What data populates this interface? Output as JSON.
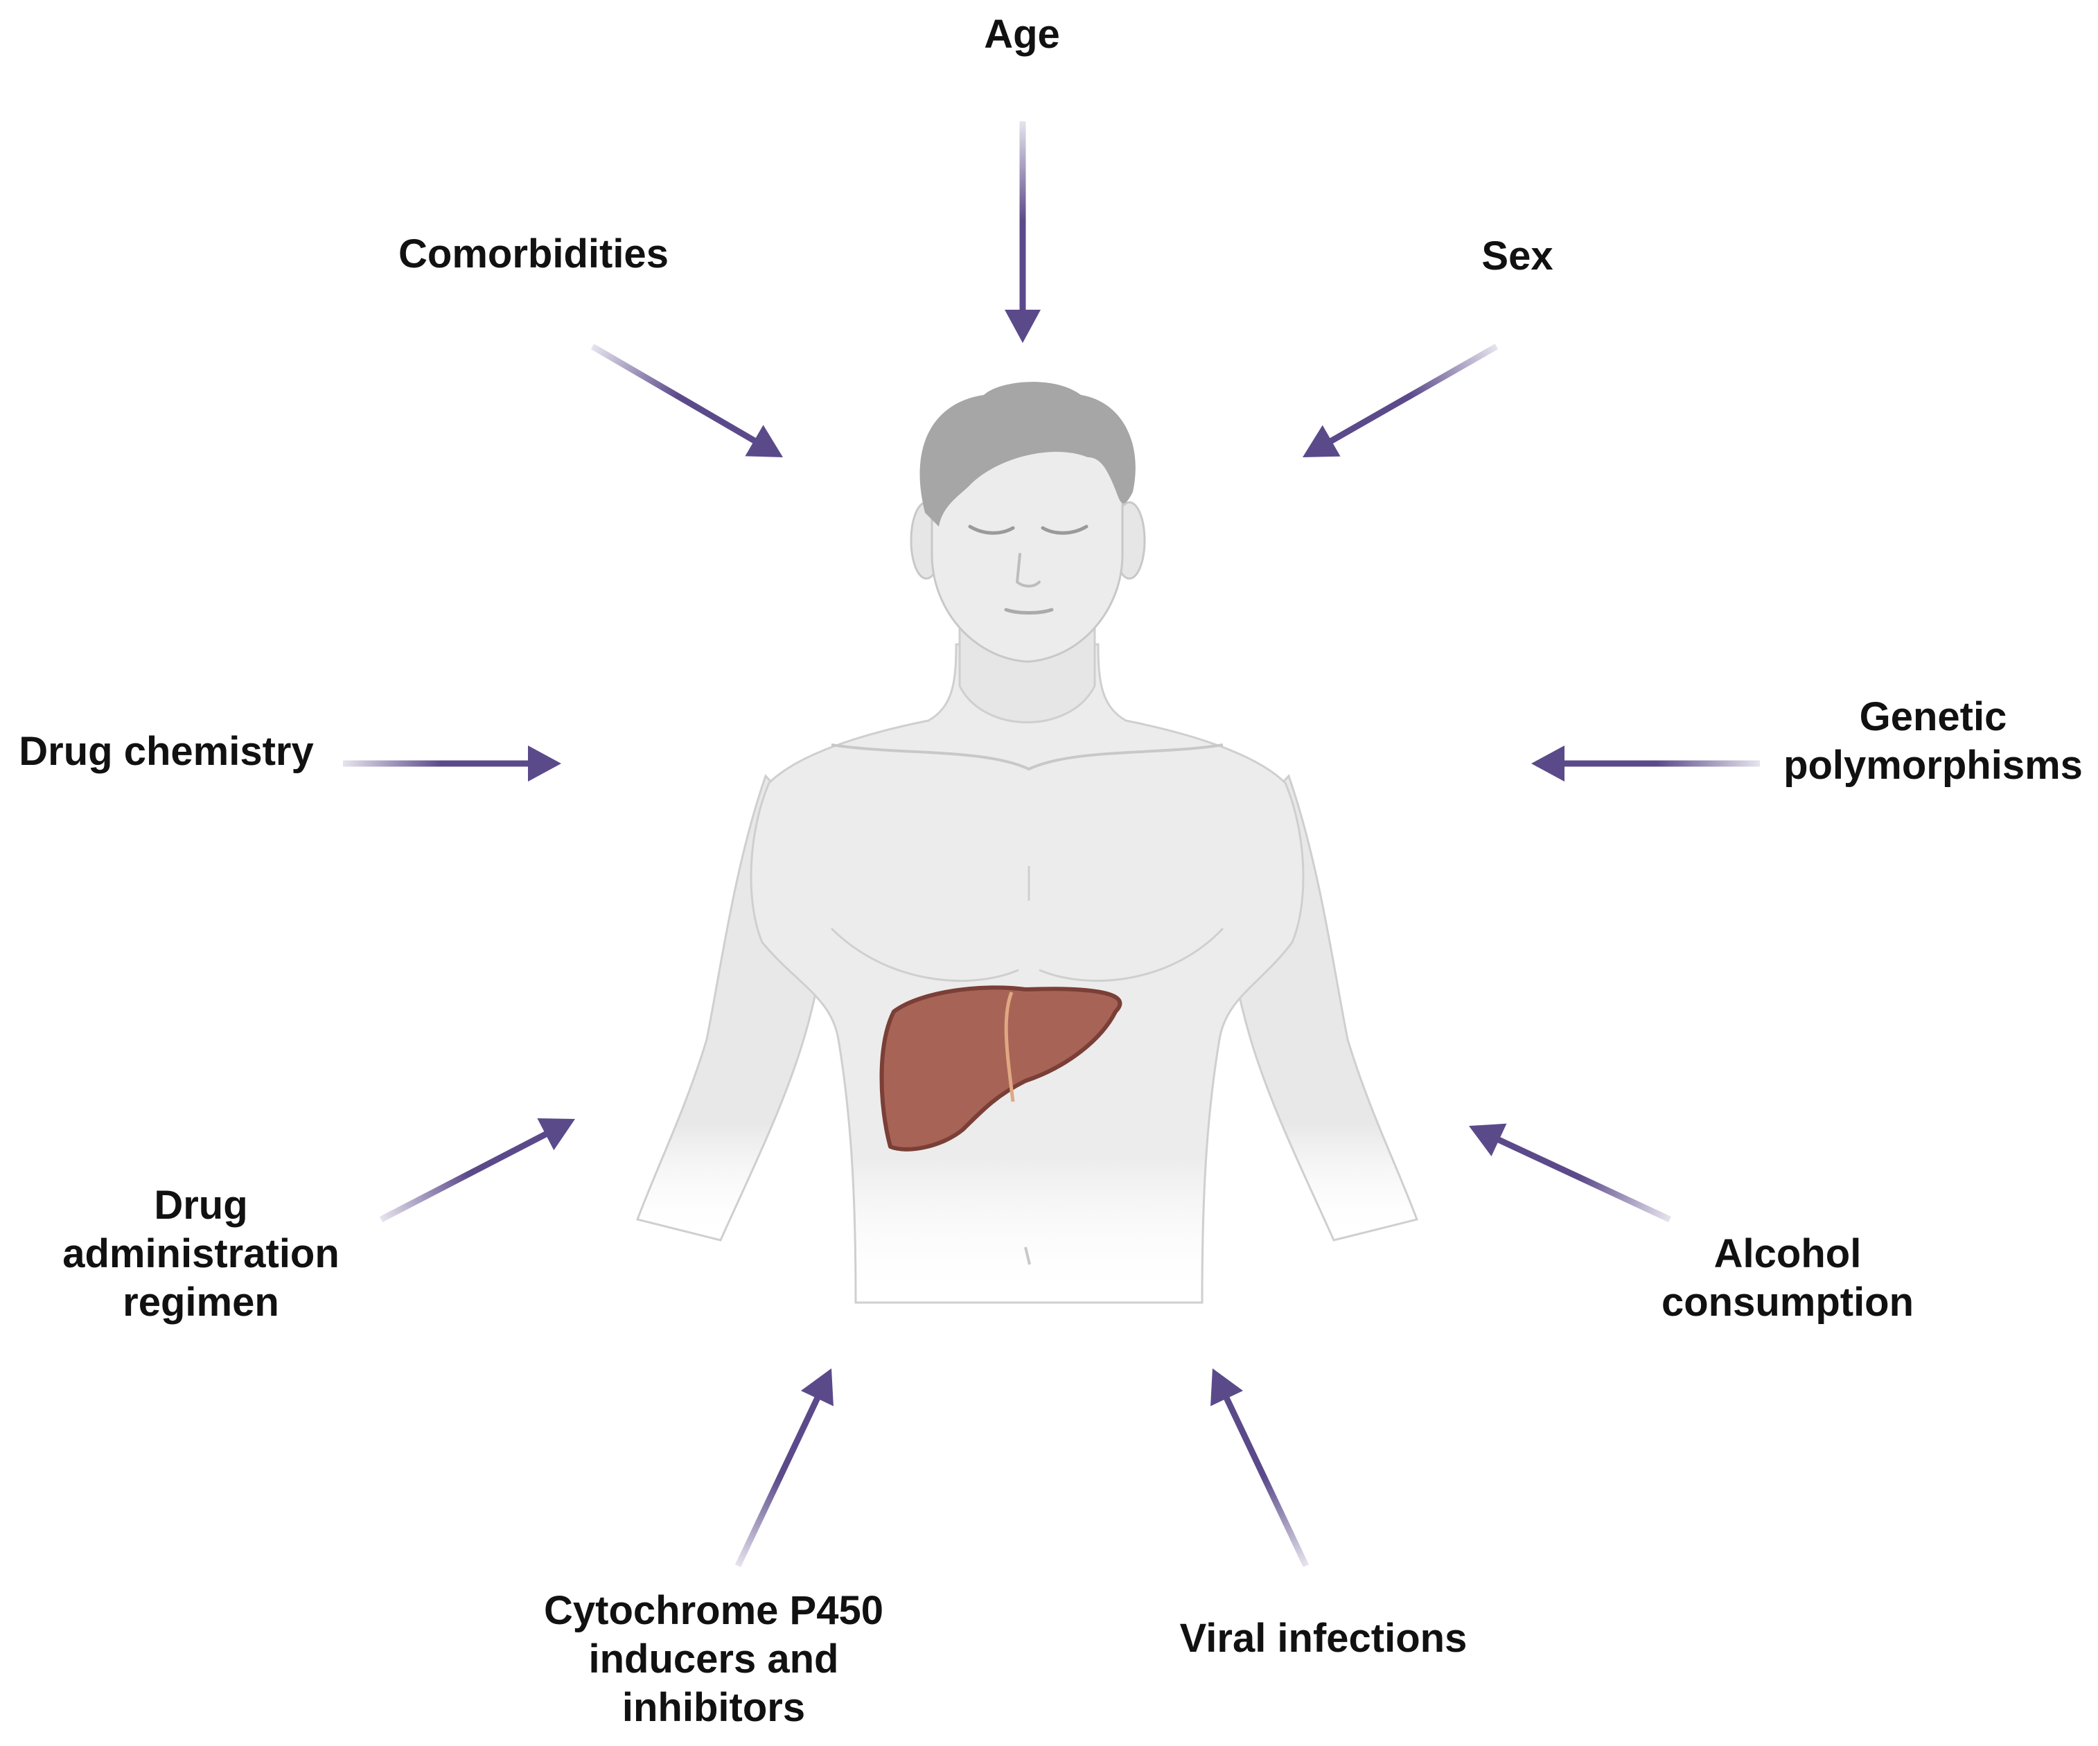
{
  "diagram": {
    "colors": {
      "arrow": "#5b4a8a",
      "skin": "#ececec",
      "skin_outline": "#c8c8c8",
      "hair": "#a6a6a6",
      "liver": "#a86357",
      "liver_outline": "#7a3f36",
      "gallbladder_line": "#e0a882"
    },
    "central_figure": [
      "human-torso",
      "liver"
    ],
    "factors": {
      "age": [
        "Age"
      ],
      "comorbidities": [
        "Comorbidities"
      ],
      "sex": [
        "Sex"
      ],
      "drug_chemistry": [
        "Drug chemistry"
      ],
      "genetic_polymorphisms": [
        "Genetic",
        "polymorphisms"
      ],
      "drug_administration_regimen": [
        "Drug",
        "administration",
        "regimen"
      ],
      "alcohol_consumption": [
        "Alcohol",
        "consumption"
      ],
      "cytochrome": [
        "Cytochrome P450",
        "inducers and",
        "inhibitors"
      ],
      "viral_infections": [
        "Viral infections"
      ]
    }
  }
}
